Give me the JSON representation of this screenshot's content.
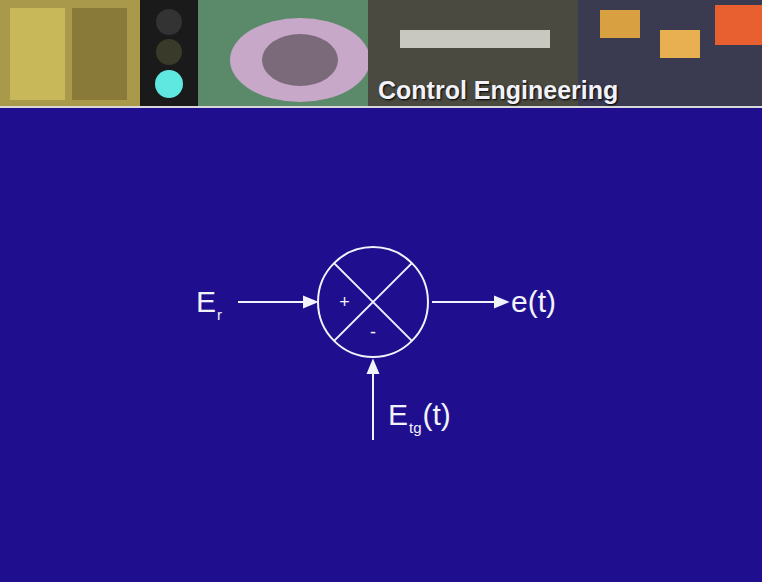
{
  "diagram": {
    "nodes": [
      {
        "text": [
          "+",
          "-"
        ]
      }
    ],
    "labels": [
      "Control Engineering",
      "E",
      "r",
      "e(t)",
      "E",
      "tg",
      "(t)"
    ]
  }
}
